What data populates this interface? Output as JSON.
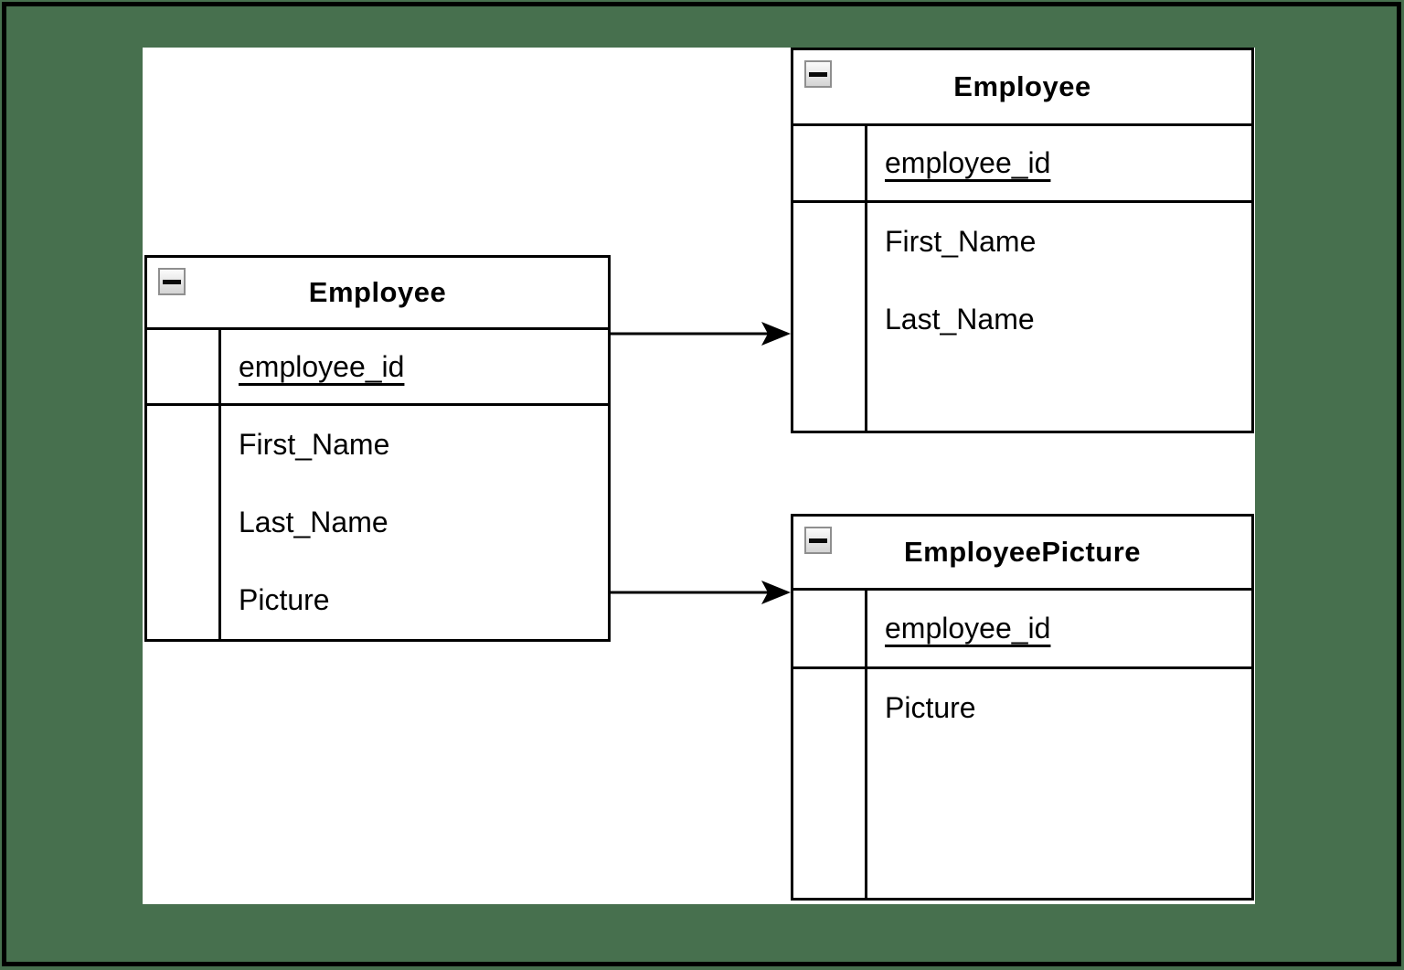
{
  "diagram": {
    "entities": [
      {
        "title": "Employee",
        "primary_key": "employee_id",
        "attributes": [
          "First_Name",
          "Last_Name",
          "Picture"
        ]
      },
      {
        "title": "Employee",
        "primary_key": "employee_id",
        "attributes": [
          "First_Name",
          "Last_Name"
        ]
      },
      {
        "title": "EmployeePicture",
        "primary_key": "employee_id",
        "attributes": [
          "Picture"
        ]
      }
    ],
    "relationships": [
      {
        "from": "Employee",
        "to": "Employee"
      },
      {
        "from": "Employee",
        "to": "EmployeePicture"
      }
    ],
    "colors": {
      "desktop_background": "#47704E",
      "frame_border": "#000000",
      "canvas_background": "#FFFFFF",
      "shape_line": "#000000",
      "collapse_button_border": "#8F8F8F"
    }
  }
}
